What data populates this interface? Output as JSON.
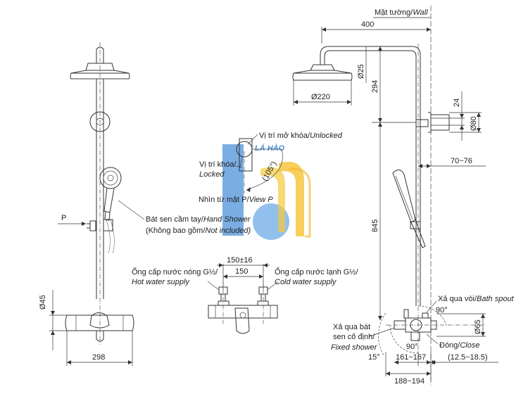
{
  "front_view": {
    "width_label": "298",
    "valve_dia_label": "Ø45",
    "p_marker": "P",
    "hand_shower_label": "Bát sen cầm tay/",
    "hand_shower_label_en": "Hand Shower",
    "not_included_label": "(Không bao gồm/",
    "not_included_label_en": "Not included)"
  },
  "detail_view": {
    "unlocked_label": "Vị trí mở khóa/",
    "unlocked_label_en": "Unlocked",
    "locked_label": "Vị trí khóa/",
    "locked_label_en": "Locked",
    "angle_label": "(105°)",
    "view_label": "Nhìn từ mặt P/",
    "view_label_en": "View P"
  },
  "connections": {
    "spacing_tol": "150±16",
    "spacing": "150",
    "hot_label": "Ống cấp nước nóng G½/",
    "hot_label_en": "Hot water supply",
    "cold_label": "Ống cấp nước lạnh G½/",
    "cold_label_en": "Cold water supply"
  },
  "side_view": {
    "wall_label": "Mặt tường/",
    "wall_label_en": "Wall",
    "arm_length": "400",
    "pipe_dia": "Ø25",
    "head_dia": "Ø220",
    "drop_height": "294",
    "bracket_height": "24",
    "bracket_dia": "Ø80",
    "offset_range": "70~76",
    "riser_height": "845",
    "bath_spout_label": "Xả qua vòi/",
    "bath_spout_label_en": "Bath spout",
    "angle_90_top": "90°",
    "valve_dia": "Ø65",
    "fixed_shower_l1": "Xả qua bát",
    "fixed_shower_l2": "sen cố định/",
    "fixed_shower_l3": "Fixed shower",
    "angle_90_bottom": "90°",
    "close_label": "Đóng/",
    "close_label_en": "Close",
    "angle_15": "15°",
    "depth_range_1": "161~167",
    "depth_range_2": "188~194",
    "depth_range_3": "(12.5~18.5)"
  },
  "watermark": {
    "text": "LÁ HÀO",
    "colors": [
      "#2f7fd2",
      "#f4c21a",
      "#f4b400"
    ]
  }
}
